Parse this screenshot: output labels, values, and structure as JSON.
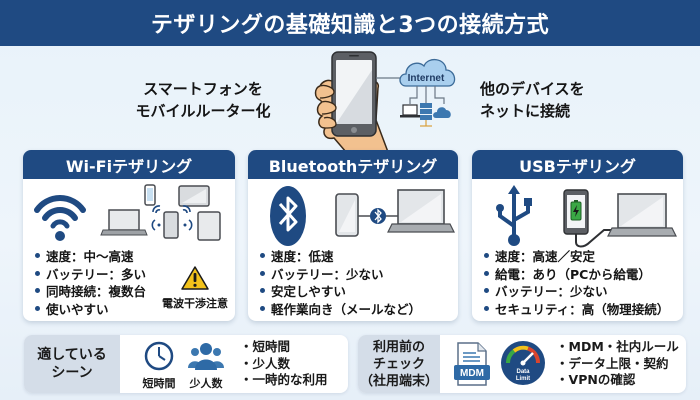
{
  "header": {
    "title": "テザリングの基礎知識と3つの接続方式"
  },
  "intro": {
    "left_line1": "スマートフォンを",
    "left_line2": "モバイルルーター化",
    "right_line1": "他のデバイスを",
    "right_line2": "ネットに接続",
    "cloud_label": "Internet"
  },
  "cards": [
    {
      "title": "Wi-Fiテザリング",
      "icon": "wifi-icon",
      "items": [
        "速度：中～高速",
        "バッテリー：多い",
        "同時接続：複数台",
        "使いやすい"
      ],
      "warning": {
        "icon": "warning-triangle-icon",
        "label": "電波干渉注意"
      }
    },
    {
      "title": "Bluetoothテザリング",
      "icon": "bluetooth-icon",
      "items": [
        "速度：低速",
        "バッテリー：少ない",
        "安定しやすい",
        "軽作業向き（メールなど）"
      ]
    },
    {
      "title": "USBテザリング",
      "icon": "usb-icon",
      "items": [
        "速度：高速／安定",
        "給電：あり（PCから給電）",
        "バッテリー：少ない",
        "セキュリティ：高（物理接続）"
      ]
    }
  ],
  "scenes": {
    "label_line1": "適している",
    "label_line2": "シーン",
    "icon1_label": "短時間",
    "icon2_label": "少人数",
    "items": [
      "短時間",
      "少人数",
      "一時的な利用"
    ]
  },
  "check": {
    "label_line1": "利用前の",
    "label_line2": "チェック",
    "label_line3": "（社用端末）",
    "mdm_badge": "MDM",
    "gauge_line1": "Data",
    "gauge_line2": "Limit",
    "items": [
      "MDM・社内ルール",
      "データ上限・契約",
      "VPNの確認"
    ]
  },
  "colors": {
    "primary": "#1f4a82",
    "background": "#e8f2fa",
    "label_bg": "#d4dde8",
    "warning": "#f2c21b",
    "battery": "#3aa845"
  }
}
